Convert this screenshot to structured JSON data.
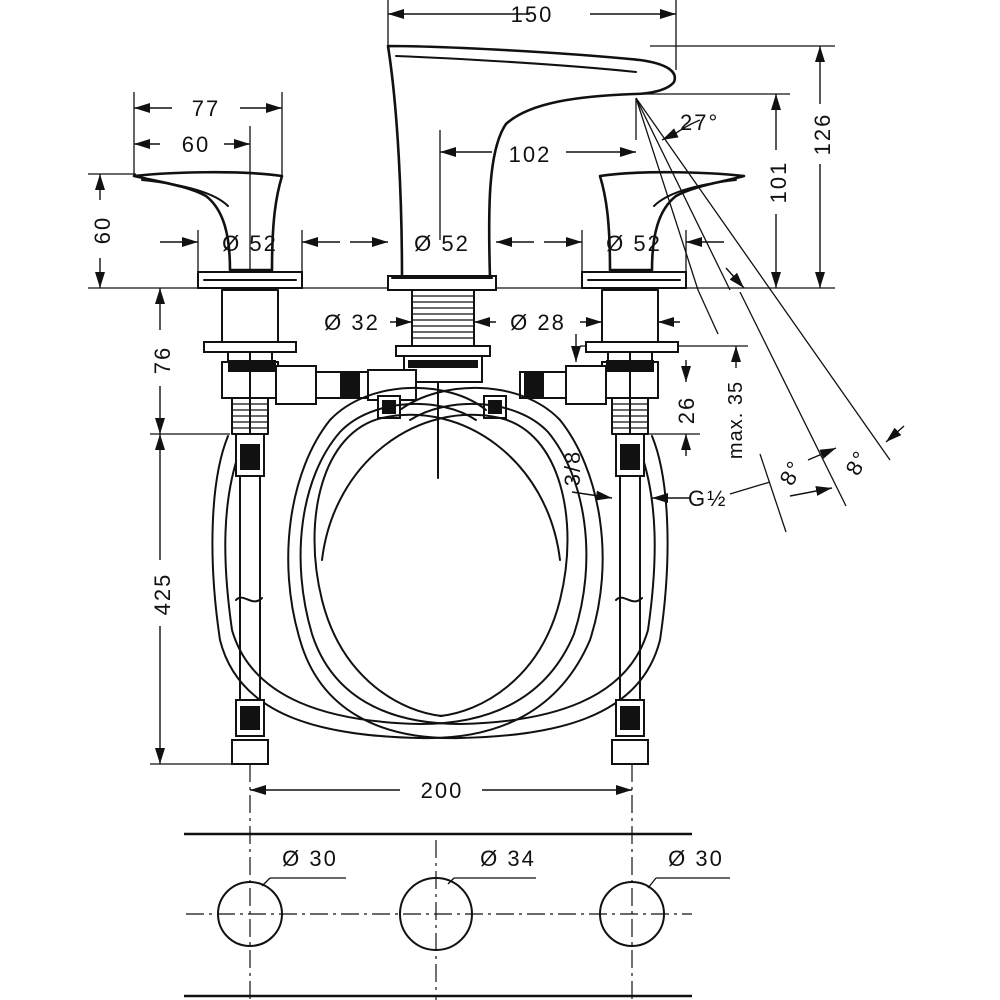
{
  "dimensions": {
    "spout_width": "150",
    "spout_height": "126",
    "spout_outlet_height": "101",
    "spray_angle": "27°",
    "spout_reach": "102",
    "handle_length": "77",
    "handle_lever": "60",
    "handle_height": "60",
    "left_base_diameter": "Ø 52",
    "center_base_diameter": "Ø 52",
    "right_base_diameter": "Ø 52",
    "spout_shank_diameter": "Ø 32",
    "valve_shank_diameter": "Ø 28",
    "shank_length": "76",
    "hose_length": "425",
    "max_deck_thickness": "max. 35",
    "nut_height": "26",
    "thread_left": "3/8",
    "thread_right": "G½",
    "tilt_angle_left": "8°",
    "tilt_angle_right": "8°",
    "center_to_center": "200",
    "hole_left_diameter": "Ø 30",
    "hole_center_diameter": "Ø 34",
    "hole_right_diameter": "Ø 30"
  }
}
